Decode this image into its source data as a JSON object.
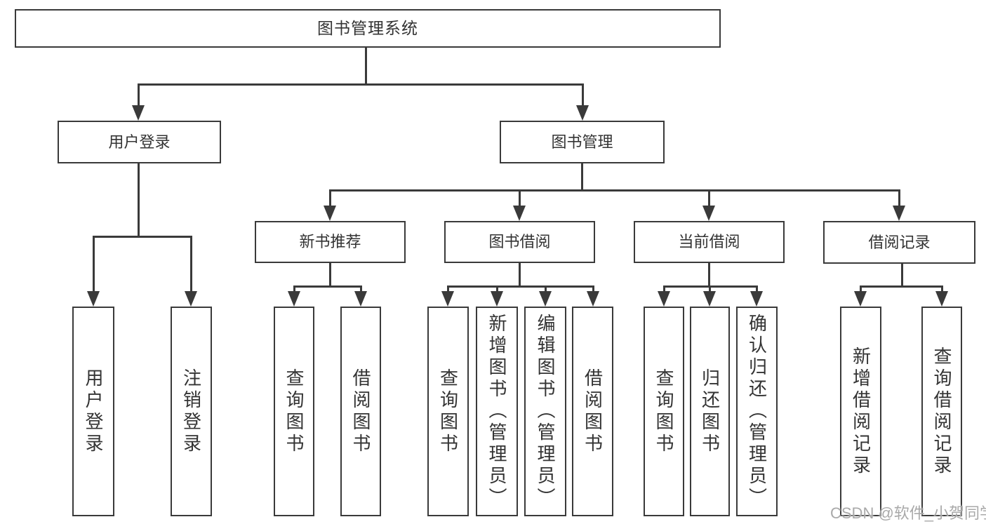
{
  "diagram": {
    "root": {
      "label": "图书管理系统"
    },
    "level2": [
      {
        "label": "用户登录",
        "parent": "图书管理系统"
      },
      {
        "label": "图书管理",
        "parent": "图书管理系统"
      }
    ],
    "level3": [
      {
        "label": "新书推荐",
        "parent": "图书管理"
      },
      {
        "label": "图书借阅",
        "parent": "图书管理"
      },
      {
        "label": "当前借阅",
        "parent": "图书管理"
      },
      {
        "label": "借阅记录",
        "parent": "图书管理"
      }
    ],
    "leaves": [
      {
        "label": "用户登录",
        "parent": "用户登录"
      },
      {
        "label": "注销登录",
        "parent": "用户登录"
      },
      {
        "label": "查询图书",
        "parent": "新书推荐"
      },
      {
        "label": "借阅图书",
        "parent": "新书推荐"
      },
      {
        "label": "查询图书",
        "parent": "图书借阅"
      },
      {
        "label": "新增图书（管理员）",
        "parent": "图书借阅"
      },
      {
        "label": "编辑图书（管理员）",
        "parent": "图书借阅"
      },
      {
        "label": "借阅图书",
        "parent": "图书借阅"
      },
      {
        "label": "查询图书",
        "parent": "当前借阅"
      },
      {
        "label": "归还图书",
        "parent": "当前借阅"
      },
      {
        "label": "确认归还（管理员）",
        "parent": "当前借阅"
      },
      {
        "label": "新增借阅记录",
        "parent": "借阅记录"
      },
      {
        "label": "查询借阅记录",
        "parent": "借阅记录"
      }
    ]
  },
  "watermark": {
    "text": "CSDN @软件_小贺同学",
    "color": "#a9a9a9"
  },
  "colors": {
    "line": "#3a3a3a",
    "box_border": "#3a3a3a",
    "text": "#333333",
    "background": "#ffffff"
  }
}
